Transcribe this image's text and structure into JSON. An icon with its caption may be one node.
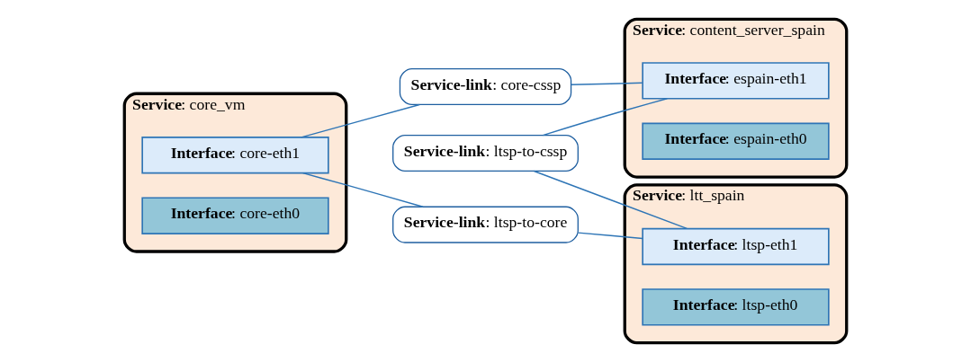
{
  "diagram": {
    "nodes": [
      {
        "text": [
          "**Service**: core_vm"
        ]
      },
      {
        "text": [
          "**Interface**: core-eth1"
        ],
        "in": 0
      },
      {
        "text": [
          "**Interface**: core-eth0"
        ],
        "in": 0
      },
      {
        "text": [
          "**Service-link**: core-cssp"
        ]
      },
      {
        "text": [
          "**Service-link**: ltsp-to-core"
        ]
      },
      {
        "text": [
          "**Service**: content_server_spain"
        ]
      },
      {
        "text": [
          "**Interface**: espain-eth1"
        ],
        "in": 5
      },
      {
        "text": [
          "**Interface**: espain-eth0"
        ],
        "in": 5
      },
      {
        "text": [
          "**Service-link**: ltsp-to-cssp"
        ]
      },
      {
        "text": [
          "**Service**: ltt_spain"
        ]
      },
      {
        "text": [
          "**Interface**: ltsp-eth1"
        ],
        "in": 9
      },
      {
        "text": [
          "**Interface**: ltsp-eth0"
        ],
        "in": 9
      }
    ],
    "edges": [
      {
        "from": 1,
        "to": 3,
        "arrow": "none"
      },
      {
        "from": 1,
        "to": 4,
        "arrow": "none"
      },
      {
        "from": 3,
        "to": 6,
        "arrow": "none"
      },
      {
        "from": 8,
        "to": 6,
        "arrow": "none"
      },
      {
        "from": 8,
        "to": 10,
        "arrow": "none"
      },
      {
        "from": 4,
        "to": 10,
        "arrow": "none"
      }
    ]
  }
}
